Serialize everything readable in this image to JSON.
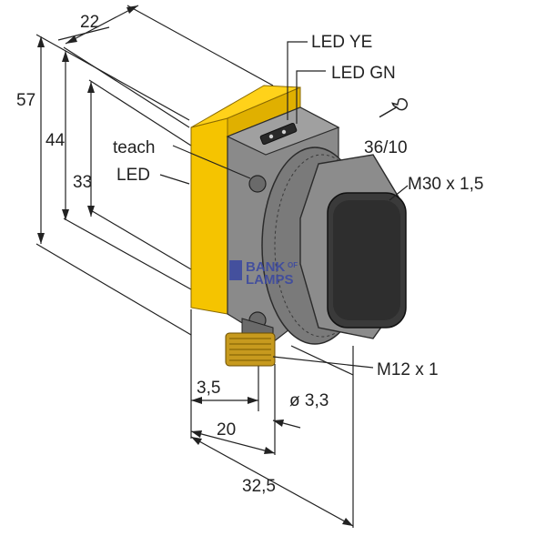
{
  "labels": {
    "led_ye": "LED YE",
    "led_gn": "LED GN",
    "teach": "teach",
    "led": "LED",
    "wrench_size": "36/10",
    "thread_main": "M30 x 1,5",
    "thread_connector": "M12 x 1",
    "hole_diameter": "ø 3,3"
  },
  "dimensions": {
    "width_top": "22",
    "height_total": "57",
    "height_mid": "44",
    "height_inner": "33",
    "offset_small": "3,5",
    "depth_body": "20",
    "depth_total": "32,5"
  },
  "watermark": {
    "line1": "BANK",
    "line1_small": "OF",
    "line2": "LAMPS"
  },
  "colors": {
    "housing_yellow": "#f5c400",
    "housing_yellow_dark": "#d9a800",
    "body_gray": "#8a8a8a",
    "body_gray_dark": "#5a5a5a",
    "lens_dark": "#3a3a3a",
    "connector_brass": "#c79a1e"
  }
}
